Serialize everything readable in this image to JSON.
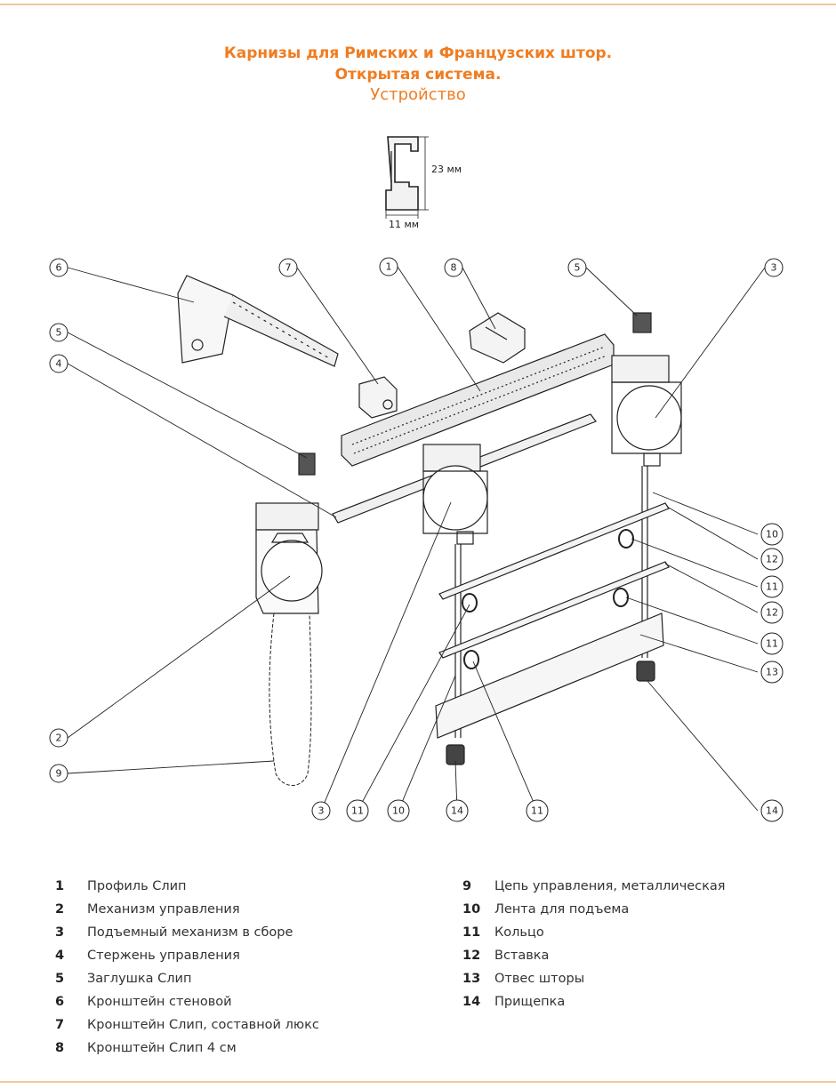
{
  "title": {
    "line1": "Карнизы для Римских и Французских штор.",
    "line2": "Открытая система.",
    "line3": "Устройство"
  },
  "profile_dims": {
    "height": "23 мм",
    "width": "11 мм"
  },
  "callouts": {
    "c6": "6",
    "c7": "7",
    "c1": "1",
    "c8": "8",
    "c5r": "5",
    "c3r": "3",
    "c5l": "5",
    "c4": "4",
    "c2": "2",
    "c9": "9",
    "c10a": "10",
    "c12a": "12",
    "c11a": "11",
    "c12b": "12",
    "c11b": "11",
    "c13": "13",
    "c14r": "14",
    "c3b": "3",
    "c11c": "11",
    "c10b": "10",
    "c14b": "14",
    "c11d": "11"
  },
  "legend": {
    "left": [
      {
        "num": "1",
        "label": "Профиль Слип"
      },
      {
        "num": "2",
        "label": "Механизм управления"
      },
      {
        "num": "3",
        "label": "Подъемный механизм в сборе"
      },
      {
        "num": "4",
        "label": "Стержень управления"
      },
      {
        "num": "5",
        "label": "Заглушка Слип"
      },
      {
        "num": "6",
        "label": "Кронштейн стеновой"
      },
      {
        "num": "7",
        "label": "Кронштейн Слип, составной люкс"
      },
      {
        "num": "8",
        "label": "Кронштейн Слип 4 см"
      }
    ],
    "right": [
      {
        "num": "9",
        "label": "Цепь управления, металлическая"
      },
      {
        "num": "10",
        "label": "Лента для подъема"
      },
      {
        "num": "11",
        "label": "Кольцо"
      },
      {
        "num": "12",
        "label": "Вставка"
      },
      {
        "num": "13",
        "label": "Отвес шторы"
      },
      {
        "num": "14",
        "label": "Прищепка"
      }
    ]
  },
  "colors": {
    "accent": "#ef7d22",
    "rule": "#f2c79a",
    "line": "#222222"
  }
}
